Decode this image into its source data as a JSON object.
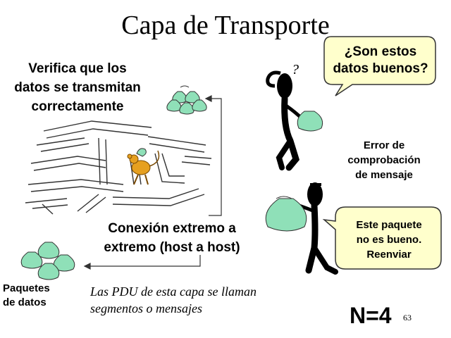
{
  "title": "Capa de Transporte",
  "left_heading": {
    "line1": "Verifica que los",
    "line2": "datos se transmitan",
    "line3": "correctamente"
  },
  "connection_label": {
    "line1": "Conexión extremo a",
    "line2": "extremo (host a host)"
  },
  "packets_label": {
    "line1": "Paquetes",
    "line2": "de datos"
  },
  "pdu_note": {
    "line1": "Las PDU de esta capa se llaman",
    "line2": "segmentos o mensajes"
  },
  "question_bubble": {
    "line1": "¿Son estos",
    "line2": "datos buenos?"
  },
  "error_label": {
    "line1": "Error de",
    "line2": "comprobación",
    "line3": "de mensaje"
  },
  "reply_bubble": {
    "line1": "Este paquete",
    "line2": "no es bueno.",
    "line3": "Reenviar"
  },
  "question_mark": "?",
  "layer_number": "N=4",
  "page_number": "63",
  "colors": {
    "packet_fill": "#8fe0b8",
    "bubble_fill": "#ffffcc",
    "mouse": "#e6a020"
  }
}
